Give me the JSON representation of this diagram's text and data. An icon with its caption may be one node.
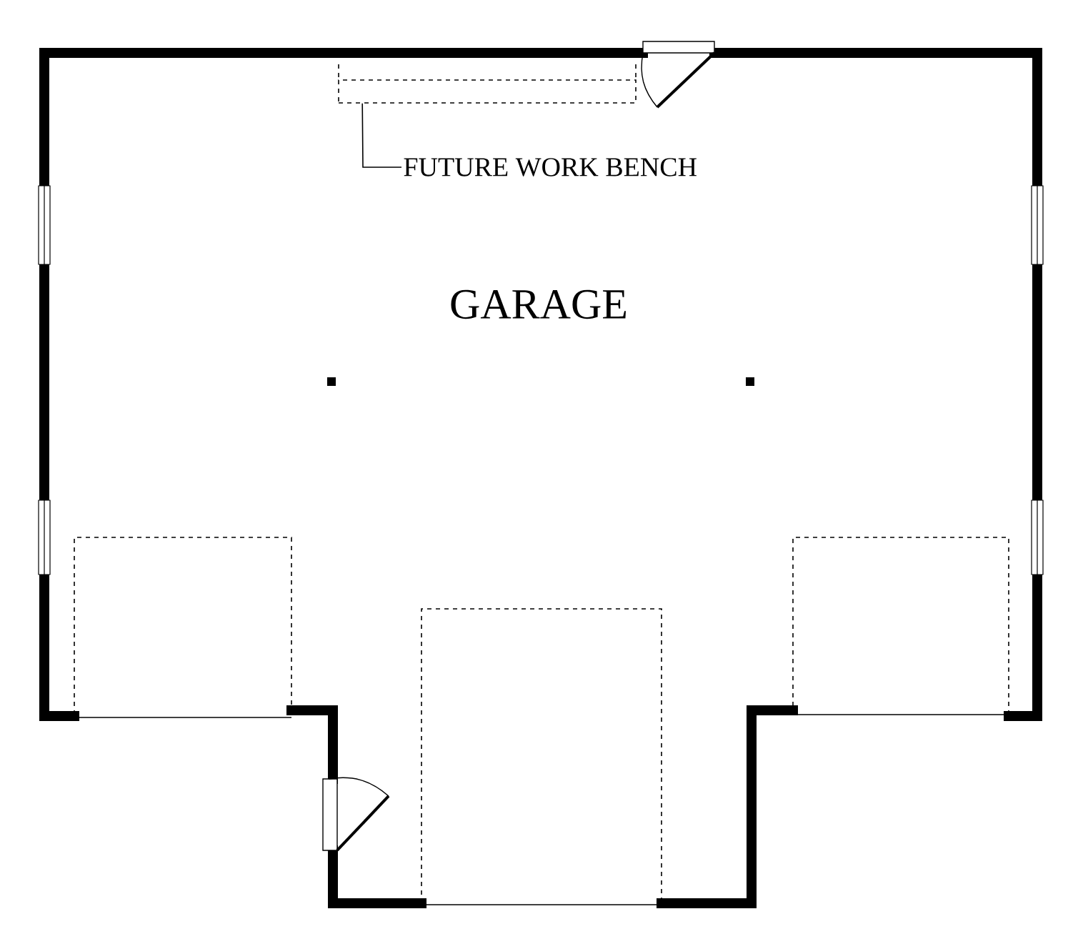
{
  "diagram": {
    "nodes": [
      {
        "text": [
          "FUTURE WORK BENCH"
        ]
      },
      {
        "text": [],
        "shape": "box"
      }
    ],
    "edges": [
      {
        "from": 0,
        "to": 1,
        "arrow": "none"
      }
    ],
    "labels": [
      "GARAGE"
    ]
  }
}
